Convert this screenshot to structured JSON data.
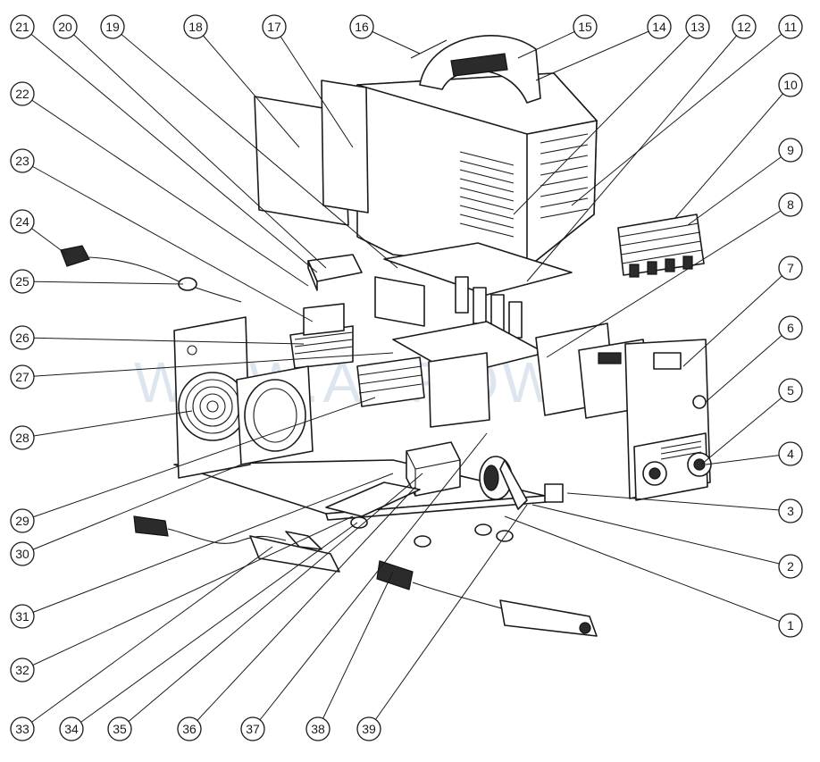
{
  "watermark": "WWW.ARROWS.IT",
  "callouts": [
    "1",
    "2",
    "3",
    "4",
    "5",
    "6",
    "7",
    "8",
    "9",
    "10",
    "11",
    "12",
    "13",
    "14",
    "15",
    "16",
    "17",
    "18",
    "19",
    "20",
    "21",
    "22",
    "23",
    "24",
    "25",
    "26",
    "27",
    "28",
    "29",
    "30",
    "31",
    "32",
    "33",
    "34",
    "35",
    "36",
    "37",
    "38",
    "39"
  ]
}
